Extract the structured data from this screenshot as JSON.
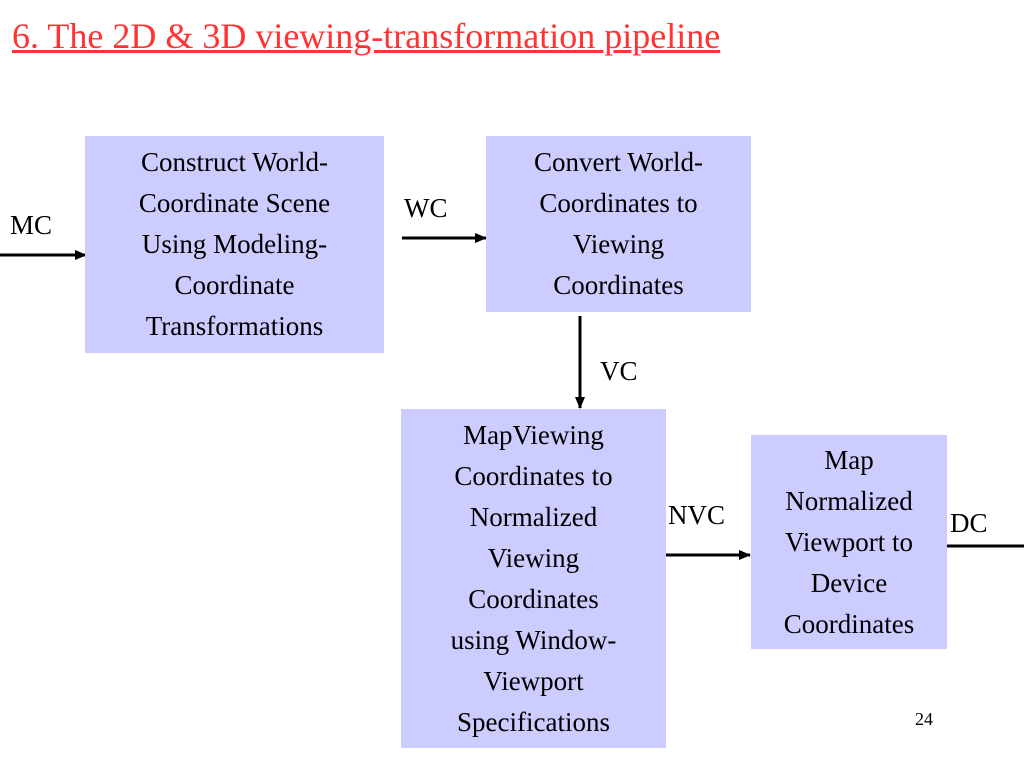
{
  "slide": {
    "title": "6. The 2D & 3D viewing-transformation pipeline",
    "page_number": "24"
  },
  "diagram": {
    "boxes": [
      {
        "id": "construct",
        "text": "Construct World-\nCoordinate Scene\nUsing Modeling-\nCoordinate\nTransformations"
      },
      {
        "id": "convert",
        "text": "Convert World-\nCoordinates to\nViewing\nCoordinates"
      },
      {
        "id": "map-viewing",
        "text": "MapViewing\nCoordinates to\nNormalized\nViewing\nCoordinates\nusing Window-\nViewport\nSpecifications"
      },
      {
        "id": "map-normalized",
        "text": "Map\nNormalized\nViewport to\nDevice\nCoordinates"
      }
    ],
    "labels": {
      "mc": "MC",
      "wc": "WC",
      "vc": "VC",
      "nvc": "NVC",
      "dc": "DC"
    },
    "colors": {
      "box_fill": "#ccccff",
      "title": "#ff3333",
      "arrow": "#000000"
    }
  }
}
